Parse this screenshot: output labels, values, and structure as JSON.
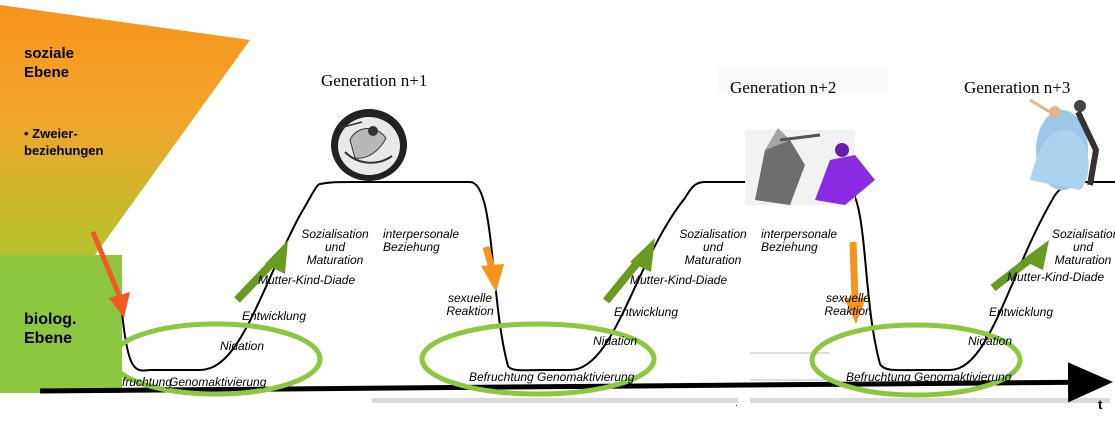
{
  "levels": {
    "social_line1": "soziale",
    "social_line2": "Ebene",
    "social_item_line1": "• Zweier-",
    "social_item_line2": "beziehungen",
    "bio_line1": "biolog.",
    "bio_line2": "Ebene"
  },
  "generations": [
    "Generation n+1",
    "Generation n+2",
    "Generation n+3"
  ],
  "stages": {
    "befruchtung_partial": "fruchtung",
    "befruchtung": "Befruchtung",
    "genomaktivierung": "Genomaktivierung",
    "nidation": "Nidation",
    "entwicklung": "Entwicklung",
    "mutter_kind": "Mutter-Kind-Diade",
    "sozialisation_1": "Sozialisation",
    "sozialisation_2": "und",
    "sozialisation_3": "Maturation",
    "interpersonal_1": "interpersonale",
    "interpersonal_2": "Beziehung",
    "sexuell_1": "sexuelle",
    "sexuell_2": "Reaktion"
  },
  "axis": {
    "label": "t"
  },
  "colors": {
    "social_top": "#f7941d",
    "bio_green": "#8dc63f",
    "ellipse": "#8dc63f",
    "arrow_orange": "#f7941d",
    "arrow_red_orange": "#f15a24",
    "arrow_green": "#6a9a1f",
    "curve": "#000000"
  },
  "icons": [
    "greek-vase-painting-icon",
    "dancing-couple-icon"
  ]
}
